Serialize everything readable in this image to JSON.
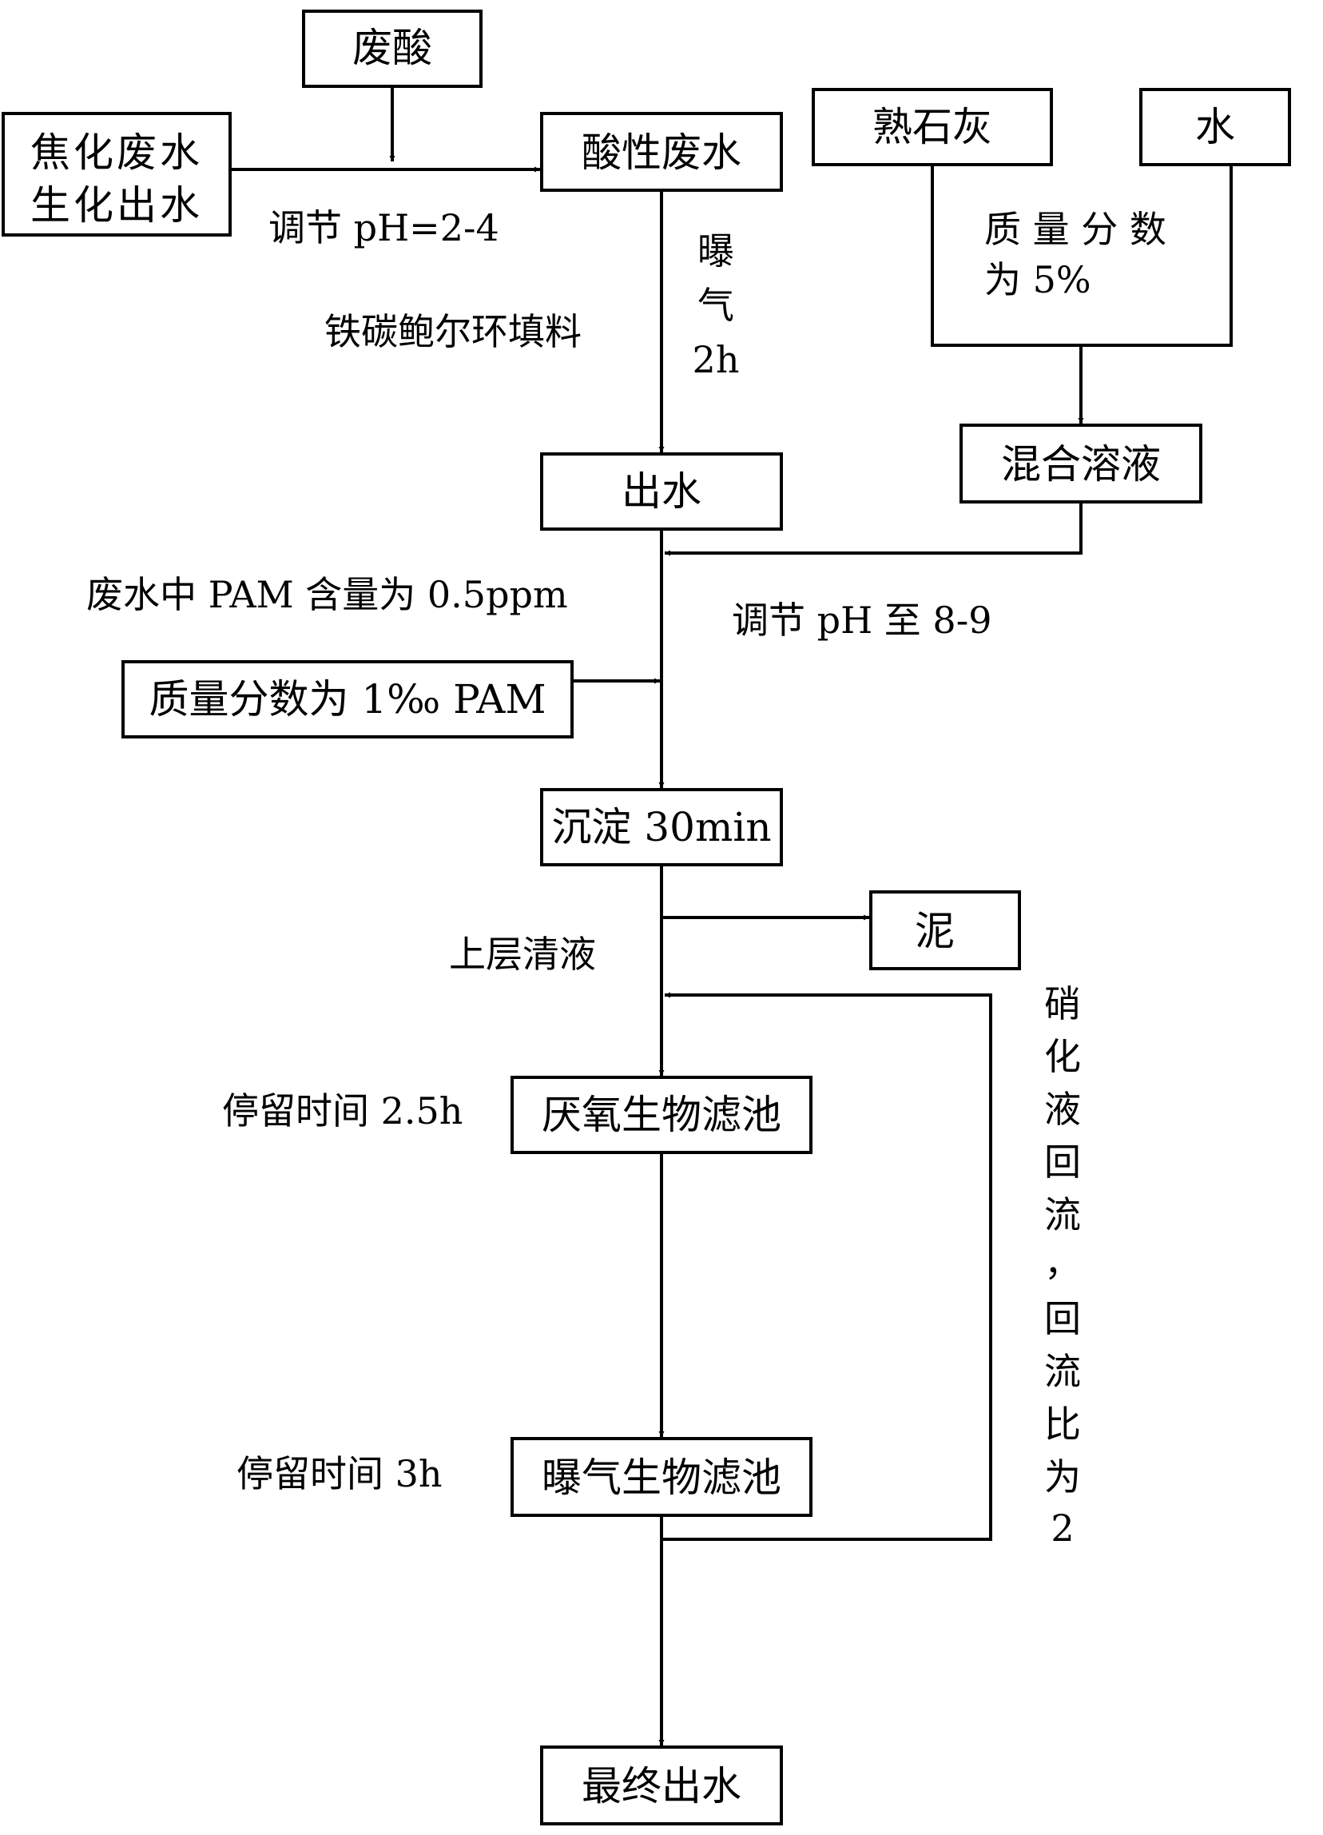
{
  "boxes": {
    "waste_acid": "废酸",
    "coking_line1": "焦化废水",
    "coking_line2": "生化出水",
    "acidic_wastewater": "酸性废水",
    "slaked_lime": "熟石灰",
    "water": "水",
    "mixed_solution": "混合溶液",
    "effluent": "出水",
    "pam_solution": "质量分数为 1‰ PAM",
    "sedimentation": "沉淀 30min",
    "sludge": "泥",
    "anaerobic_filter": "厌氧生物滤池",
    "aerated_filter": "曝气生物滤池",
    "final_effluent": "最终出水"
  },
  "labels": {
    "adjust_ph_acid": "调节 pH=2-4",
    "aeration_vertical": [
      "曝",
      "气",
      "2h"
    ],
    "iron_carbon_packing": "铁碳鲍尔环填料",
    "lime_fraction_line1": "质 量 分 数",
    "lime_fraction_line2": "为 5%",
    "pam_content": "废水中 PAM 含量为 0.5ppm",
    "adjust_ph_base": "调节 pH 至 8-9",
    "supernatant": "上层清液",
    "retention_anaerobic": "停留时间 2.5h",
    "retention_aerated": "停留时间 3h",
    "recycle_vertical": [
      "硝",
      "化",
      "液",
      "回",
      "流",
      "，",
      "回",
      "流",
      "比",
      "为",
      "2"
    ]
  }
}
